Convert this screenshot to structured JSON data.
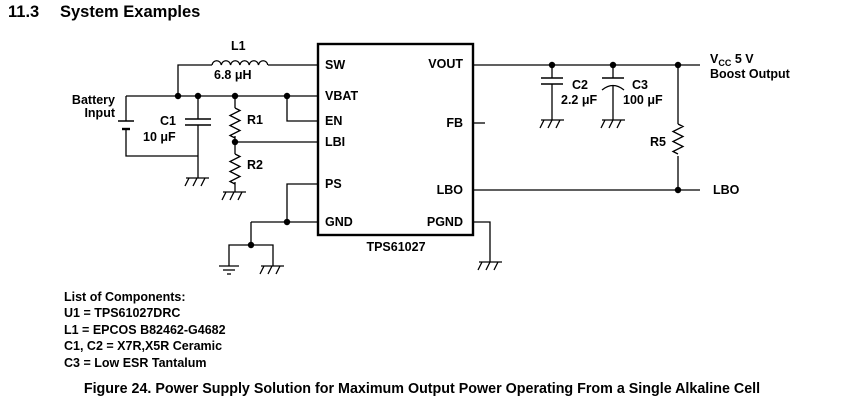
{
  "section": {
    "number": "11.3",
    "title": "System Examples"
  },
  "ic": {
    "name": "TPS61027",
    "pins_left": [
      "SW",
      "VBAT",
      "EN",
      "LBI",
      "PS",
      "GND"
    ],
    "pins_right": [
      "VOUT",
      "FB",
      "LBO",
      "PGND"
    ]
  },
  "labels": {
    "l1": "L1",
    "l1_value": "6.8 μH",
    "battery_line1": "Battery",
    "battery_line2": "Input",
    "c1": "C1",
    "c1_value": "10 μF",
    "r1": "R1",
    "r2": "R2",
    "c2": "C2",
    "c2_value": "2.2 μF",
    "c3": "C3",
    "c3_value": "100 μF",
    "r5": "R5",
    "vcc_v": "V",
    "vcc_sub": "CC",
    "vcc_value": " 5 V",
    "boost_output": "Boost Output",
    "lbo_out": "LBO"
  },
  "components_list": {
    "title": "List of Components:",
    "items": [
      "U1 = TPS61027DRC",
      "L1 = EPCOS B82462-G4682",
      "C1, C2 = X7R,X5R Ceramic",
      "C3 = Low ESR Tantalum"
    ]
  },
  "caption": "Figure 24.  Power Supply Solution for Maximum Output Power Operating From a Single Alkaline Cell"
}
